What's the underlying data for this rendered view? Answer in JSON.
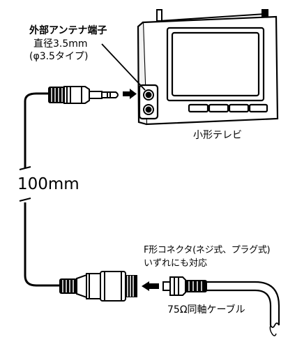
{
  "labels": {
    "antenna_terminal_title": "外部アンテナ端子",
    "antenna_terminal_diameter": "直径3.5mm",
    "antenna_terminal_type": "(φ3.5タイプ)",
    "tv_name": "小形テレビ",
    "cable_length": "100mm",
    "f_connector_line1": "F形コネクタ(ネジ式、プラグ式)",
    "f_connector_line2": "いずれにも対応",
    "coax_cable": "75Ω同軸ケーブル"
  }
}
